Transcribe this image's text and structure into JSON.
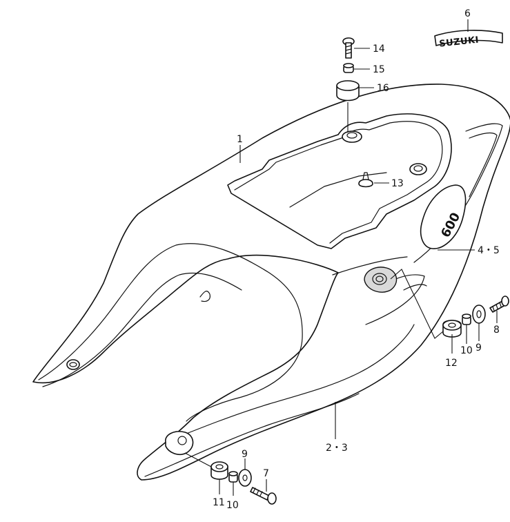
{
  "callouts": {
    "c1": "1",
    "c23": "2・3",
    "c45": "4・5",
    "c6": "6",
    "c7": "7",
    "c8": "8",
    "c9a": "9",
    "c9b": "9",
    "c10a": "10",
    "c10b": "10",
    "c11": "11",
    "c12": "12",
    "c13": "13",
    "c14": "14",
    "c15": "15",
    "c16": "16"
  },
  "emblems": {
    "brand": "SUZUKI",
    "model": "600"
  }
}
